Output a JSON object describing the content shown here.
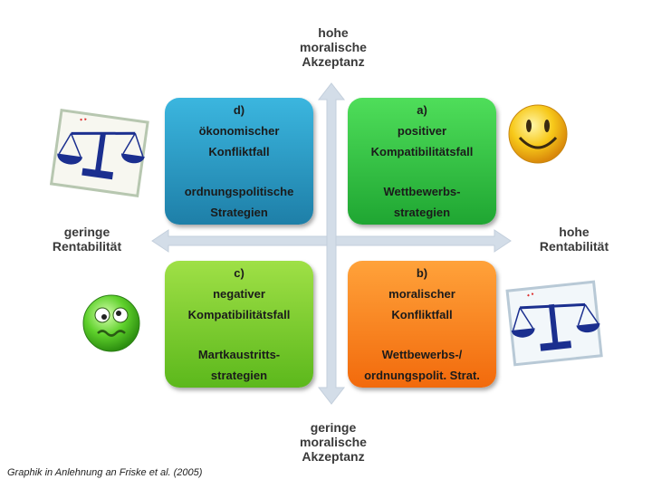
{
  "axes": {
    "top": [
      "hohe",
      "moralische",
      "Akzeptanz"
    ],
    "bottom": [
      "geringe",
      "moralische",
      "Akzeptanz"
    ],
    "left": [
      "geringe",
      "Rentabilität"
    ],
    "right": [
      "hohe",
      "Rentabilität"
    ]
  },
  "quadrants": {
    "d": {
      "lines": [
        "d)",
        "ökonomischer",
        "Konfliktfall"
      ],
      "strategy": [
        "ordnungspolitische",
        "Strategien"
      ]
    },
    "a": {
      "lines": [
        "a)",
        "positiver",
        "Kompatibilitätsfall"
      ],
      "strategy": [
        "Wettbewerbs-",
        "strategien"
      ]
    },
    "c": {
      "lines": [
        "c)",
        "negativer",
        "Kompatibilitätsfall"
      ],
      "strategy": [
        "Martkaustritts-",
        "strategien"
      ]
    },
    "b": {
      "lines": [
        "b)",
        "moralischer",
        "Konfliktfall"
      ],
      "strategy": [
        "Wettbewerbs-/",
        "ordnungspolit. Strat."
      ]
    }
  },
  "caption": "Graphik in Anlehnung an Friske et al. (2005)",
  "colors": {
    "axis": "#d3dde8",
    "quadrant_d": "#2a9ccb",
    "quadrant_a": "#33c446",
    "quadrant_c": "#86cf34",
    "quadrant_b": "#f7841f"
  },
  "icons": [
    "scales-icon",
    "smiley-happy-icon",
    "smiley-sick-icon",
    "scales-icon"
  ]
}
